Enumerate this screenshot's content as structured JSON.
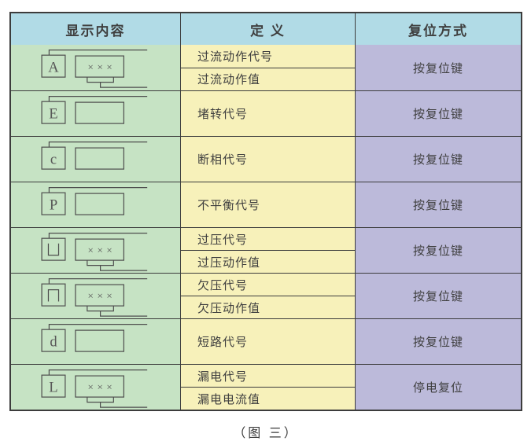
{
  "table": {
    "headers": [
      "显示内容",
      "定 义",
      "复位方式"
    ],
    "xxx_label": "×××",
    "rows": [
      {
        "symbol": "A",
        "symbol_kind": "letter",
        "value_box": true,
        "definitions": [
          "过流动作代号",
          "过流动作值"
        ],
        "reset": "按复位键"
      },
      {
        "symbol": "E",
        "symbol_kind": "letter",
        "value_box": false,
        "definitions": [
          "堵转代号"
        ],
        "reset": "按复位键"
      },
      {
        "symbol": "c",
        "symbol_kind": "letter",
        "value_box": false,
        "definitions": [
          "断相代号"
        ],
        "reset": "按复位键"
      },
      {
        "symbol": "P",
        "symbol_kind": "letter",
        "value_box": false,
        "definitions": [
          "不平衡代号"
        ],
        "reset": "按复位键"
      },
      {
        "symbol": "凵",
        "symbol_kind": "u-shape",
        "value_box": true,
        "definitions": [
          "过压代号",
          "过压动作值"
        ],
        "reset": "按复位键"
      },
      {
        "symbol": "冂",
        "symbol_kind": "n-shape",
        "value_box": true,
        "definitions": [
          "欠压代号",
          "欠压动作值"
        ],
        "reset": "按复位键"
      },
      {
        "symbol": "d",
        "symbol_kind": "letter",
        "value_box": false,
        "definitions": [
          "短路代号"
        ],
        "reset": "按复位键"
      },
      {
        "symbol": "L",
        "symbol_kind": "letter",
        "value_box": true,
        "definitions": [
          "漏电代号",
          "漏电电流值"
        ],
        "reset": "停电复位"
      }
    ]
  },
  "caption": "（图 三）",
  "colors": {
    "header_bg": "#b1dbe6",
    "display_bg": "#c6e3c4",
    "definition_bg": "#f7f1ba",
    "reset_bg": "#bcbada",
    "line": "#3c3c3c"
  }
}
